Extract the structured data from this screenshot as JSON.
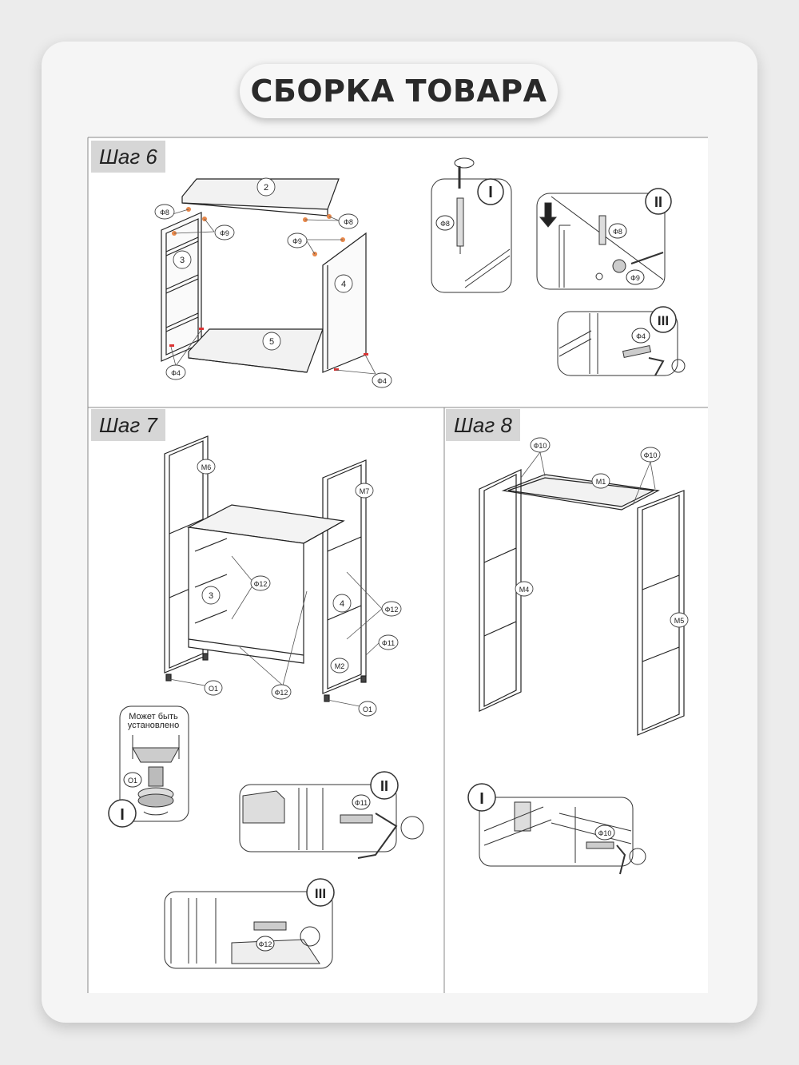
{
  "title": "СБОРКА ТОВАРА",
  "steps": [
    {
      "label": "Шаг 6"
    },
    {
      "label": "Шаг 7"
    },
    {
      "label": "Шаг 8"
    }
  ],
  "parts": {
    "p2": "2",
    "p3": "3",
    "p4": "4",
    "p5": "5",
    "f8": "Ф8",
    "f9": "Ф9",
    "f4": "Ф4",
    "f10": "Ф10",
    "f11": "Ф11",
    "f12": "Ф12",
    "m1": "M1",
    "m2": "M2",
    "m4": "M4",
    "m5": "M5",
    "m6": "M6",
    "m7": "M7",
    "o1": "O1"
  },
  "details": {
    "i": "I",
    "ii": "II",
    "iii": "III"
  },
  "note": [
    "Может быть",
    "установлено"
  ]
}
